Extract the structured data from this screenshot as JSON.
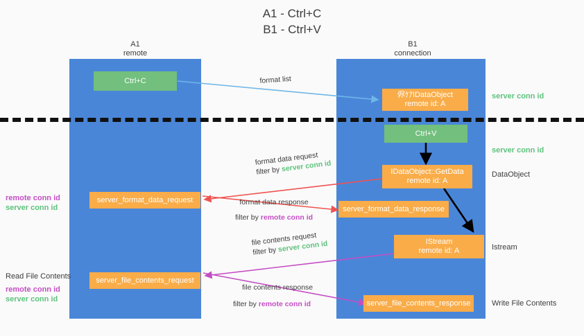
{
  "title": {
    "line1": "A1 - Ctrl+C",
    "line2": "B1 - Ctrl+V"
  },
  "lanes": [
    {
      "id": "a1",
      "name": "A1",
      "sub": "remote"
    },
    {
      "id": "b1",
      "name": "B1",
      "sub": "connection"
    }
  ],
  "colors": {
    "lane": "#4a86d8",
    "orange": "#f9ac48",
    "green_box": "#72bf7e",
    "green_text": "#5fc27e",
    "magenta_text": "#c44ec4",
    "text": "#3c3c3c",
    "arrow_blue": "#6fb7e8",
    "arrow_red": "#ef5350",
    "arrow_magenta": "#c44ec4",
    "arrow_black": "#000000",
    "divider": "#111111",
    "background": "#fafafa"
  },
  "boxes": {
    "ctrl_c": {
      "label": "Ctrl+C",
      "style": "green"
    },
    "idataobject": {
      "line1": "侭ｹｱIDataObject",
      "line2": "remote id: A",
      "style": "orange"
    },
    "ctrl_v": {
      "label": "Ctrl+V",
      "style": "green"
    },
    "getdata": {
      "line1": "IDataObject::GetData",
      "line2": "remote id: A",
      "style": "orange"
    },
    "fmt_req": {
      "label": "server_format_data_request",
      "style": "orange"
    },
    "fmt_resp": {
      "label": "server_format_data_response",
      "style": "orange"
    },
    "istream": {
      "line1": "IStream",
      "line2": "remote id: A",
      "style": "orange"
    },
    "file_req": {
      "label": "server_file_contents_request",
      "style": "orange"
    },
    "file_resp": {
      "label": "server_file_contents_response",
      "style": "orange"
    }
  },
  "right_labels": [
    {
      "id": "server-conn-id-1",
      "text": "server conn id",
      "kind": "green"
    },
    {
      "id": "server-conn-id-2",
      "text": "server conn id",
      "kind": "green"
    },
    {
      "id": "dataobject",
      "text": "DataObject",
      "kind": "plain"
    },
    {
      "id": "istream",
      "text": "Istream",
      "kind": "plain"
    },
    {
      "id": "write-file-contents",
      "text": "Write File Contents",
      "kind": "plain"
    }
  ],
  "left_labels": {
    "group1": {
      "remote": "remote conn id",
      "server": "server conn id"
    },
    "read_file_contents": "Read File Contents",
    "group2": {
      "remote": "remote conn id",
      "server": "server conn id"
    }
  },
  "edges": [
    {
      "id": "format-list",
      "label": "format list",
      "filter_prefix": "",
      "filter_value": "",
      "color": "arrow_blue"
    },
    {
      "id": "format-data-request",
      "label": "format data request",
      "filter_prefix": "filter by",
      "filter_value": "server conn id",
      "color": "arrow_red"
    },
    {
      "id": "format-data-response",
      "label": "format data response",
      "filter_prefix": "filter by",
      "filter_value": "remote conn id",
      "color": "arrow_red"
    },
    {
      "id": "file-contents-request",
      "label": "file contents request",
      "filter_prefix": "filter by",
      "filter_value": "server conn id",
      "color": "arrow_magenta"
    },
    {
      "id": "file-contents-response",
      "label": "file contents response",
      "filter_prefix": "filter by",
      "filter_value": "remote conn id",
      "color": "arrow_magenta"
    }
  ]
}
